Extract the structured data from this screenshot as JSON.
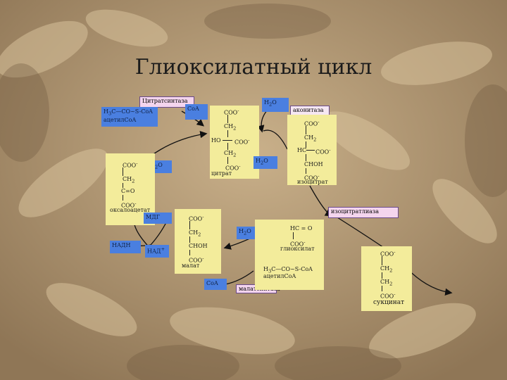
{
  "title": "Глиоксилатный цикл",
  "colors": {
    "box_yellow": "#f3ec9b",
    "box_blue": "#4a7fe0",
    "box_pink": "#f4d5ee",
    "background": "#b59a73"
  },
  "enzymes": {
    "citrate_synthase": "Цитратсинтаза",
    "aconitase": "аконитаза",
    "isocitrate_lyase": "изоцитратлиаза",
    "malate_synthase": "малатсинтаза"
  },
  "acetyl_coa_1": {
    "formula_pre": "H",
    "formula_sub": "3",
    "formula_post": "C—CO~S-CoA",
    "name": "ацетилСоА"
  },
  "acetyl_coa_2": {
    "formula_pre": "H",
    "formula_sub": "3",
    "formula_post": "C—CO~S-CoA",
    "name": "ацетилСоА"
  },
  "coa_1": "CoA",
  "coa_2": "CoA",
  "water": {
    "h": "H",
    "sub": "2",
    "o": "O"
  },
  "nad": {
    "nadh": "НАДН",
    "nad_pre": "НАД",
    "nad_sup": "+"
  },
  "citrate": {
    "coo_top": "COO",
    "ch2_top_pre": "CH",
    "ch2_top_sub": "2",
    "ho": "HO",
    "coo_mid": "COO",
    "ch2_bot_pre": "CH",
    "ch2_bot_sub": "2",
    "coo_bot": "COO",
    "minus": "-",
    "name": "цитрат"
  },
  "isocitrate": {
    "coo_top": "COO",
    "ch2_pre": "CH",
    "ch2_sub": "2",
    "hc": "HC",
    "coo_mid": "COO",
    "choh": "CHOH",
    "coo_bot": "COO",
    "minus": "-",
    "name": "изоцитрат"
  },
  "oxaloacetate": {
    "coo_top": "COO",
    "ch2_pre": "CH",
    "ch2_sub": "2",
    "co": "C=O",
    "coo_bot": "COO",
    "minus": "-",
    "name": "оксалоацетат"
  },
  "malate": {
    "coo_top": "COO",
    "ch2_pre": "CH",
    "ch2_sub": "2",
    "choh": "CHOH",
    "coo_bot": "COO",
    "minus": "-",
    "name": "малат",
    "mdg": "МДГ"
  },
  "glyoxylate": {
    "hc": "HC = O",
    "coo": "COO",
    "minus": "-",
    "name": "глиоксилат"
  },
  "succinate": {
    "coo_top": "COO",
    "ch2_a_pre": "CH",
    "ch2_a_sub": "2",
    "ch2_b_pre": "CH",
    "ch2_b_sub": "2",
    "coo_bot": "COO",
    "minus": "-",
    "name": "сукцинат"
  }
}
